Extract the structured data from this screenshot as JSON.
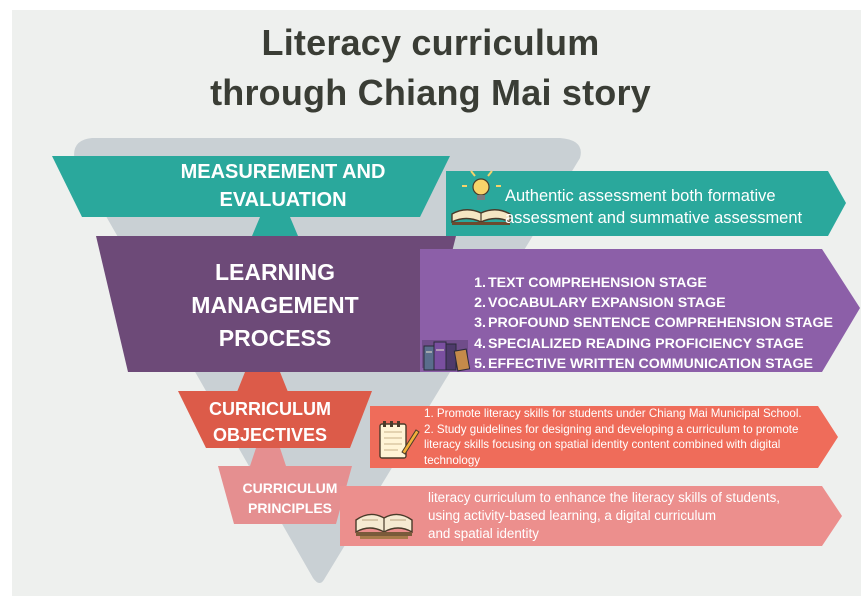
{
  "title": {
    "line1": "Literacy curriculum",
    "line2": "through Chiang Mai story"
  },
  "colors": {
    "background": "#eef0ee",
    "funnel": "#c9d0d4",
    "title_text": "#3a3d35",
    "measurement": "#2aa89c",
    "learning": "#6d4a78",
    "learning_detail": "#8c5fa8",
    "objectives": "#dc5b49",
    "objectives_detail": "#ef6c5a",
    "principles": "#e58f90",
    "principles_detail": "#ec8f8d"
  },
  "measurement": {
    "label_line1": "MEASUREMENT AND",
    "label_line2": "EVALUATION",
    "icon": "lightbulb-book-icon",
    "desc_line1": "Authentic assessment both formative",
    "desc_line2": "assessment and summative assessment"
  },
  "learning": {
    "label_line1": "LEARNING",
    "label_line2": "MANAGEMENT",
    "label_line3": "PROCESS",
    "icon": "books-stack-icon",
    "stages": [
      {
        "num": "1.",
        "text": "TEXT COMPREHENSION STAGE"
      },
      {
        "num": "2.",
        "text": "VOCABULARY EXPANSION STAGE"
      },
      {
        "num": "3.",
        "text": "PROFOUND SENTENCE COMPREHENSION STAGE"
      },
      {
        "num": "4.",
        "text": "SPECIALIZED READING PROFICIENCY STAGE"
      },
      {
        "num": "5.",
        "text": "EFFECTIVE WRITTEN COMMUNICATION STAGE"
      }
    ]
  },
  "objectives": {
    "label_line1": "CURRICULUM",
    "label_line2": "OBJECTIVES",
    "icon": "notepad-pencil-icon",
    "desc_line1": "1. Promote literacy skills for students under Chiang Mai Municipal School.",
    "desc_line2": "2. Study guidelines for designing and developing a curriculum to promote",
    "desc_line3": "literacy skills focusing on spatial identity content combined with digital",
    "desc_line4": "technology"
  },
  "principles": {
    "label_line1": "CURRICULUM",
    "label_line2": "PRINCIPLES",
    "icon": "open-book-icon",
    "desc_line1": "literacy curriculum to enhance the literacy skills of students,",
    "desc_line2": "using activity-based learning, a digital curriculum",
    "desc_line3": "and spatial identity"
  }
}
